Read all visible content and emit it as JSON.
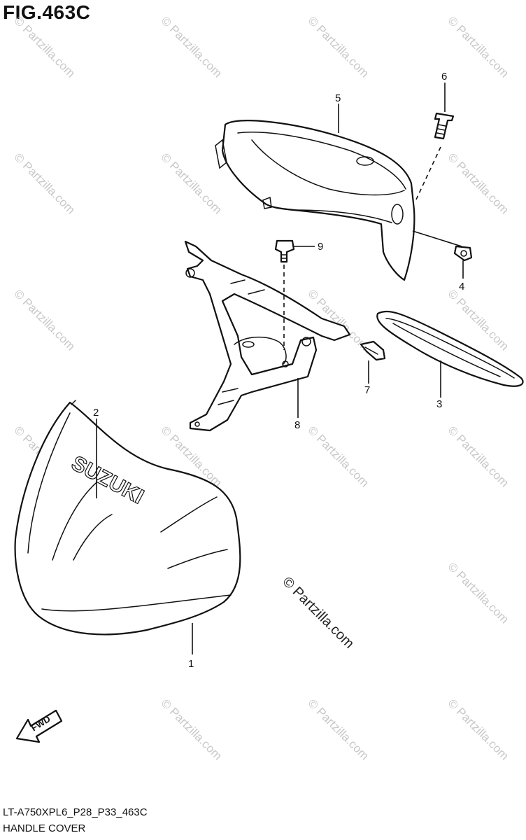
{
  "figure": {
    "title": "FIG.463C",
    "model_code": "LT-A750XPL6_P28_P33_463C",
    "name": "HANDLE COVER"
  },
  "watermark": {
    "text": "© Partzilla.com",
    "center_text": "© Partzilla.com"
  },
  "parts": [
    {
      "number": "1"
    },
    {
      "number": "2"
    },
    {
      "number": "3"
    },
    {
      "number": "4"
    },
    {
      "number": "5"
    },
    {
      "number": "6"
    },
    {
      "number": "7"
    },
    {
      "number": "8"
    },
    {
      "number": "9"
    }
  ],
  "labels": {
    "brand": "SUZUKI",
    "direction": "FWD"
  }
}
